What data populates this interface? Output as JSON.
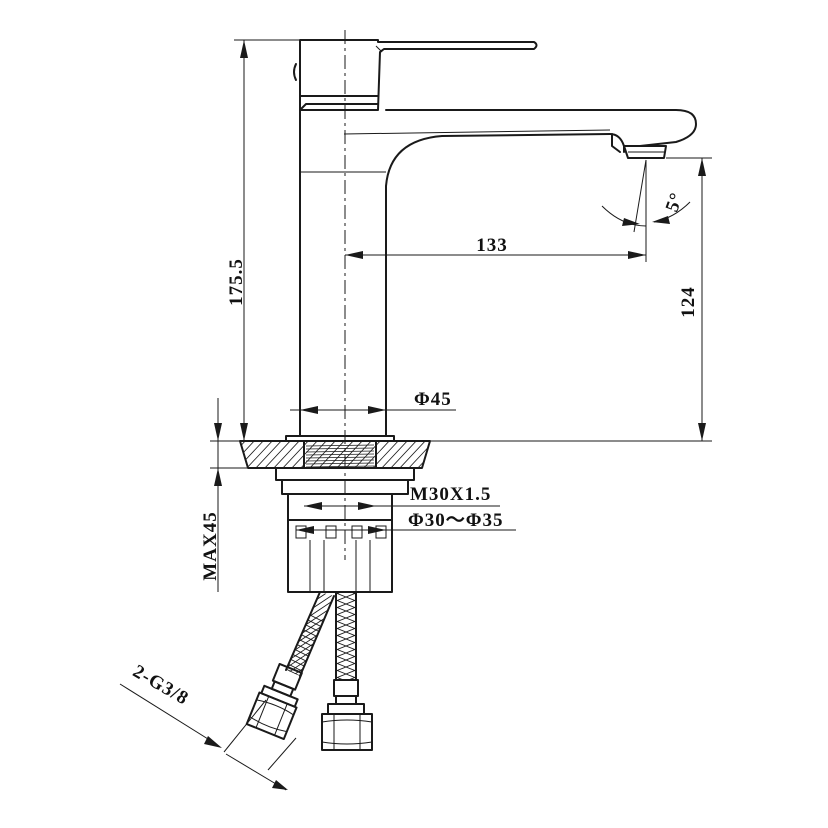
{
  "dimensions": {
    "height_total": "175.5",
    "spout_reach": "133",
    "spout_height": "124",
    "spout_angle": "5°",
    "base_diameter": "Φ45",
    "thread": "M30X1.5",
    "hole_range": "Φ30～Φ35",
    "max_thickness": "MAX45",
    "hose_connection": "2-G3/8"
  },
  "colors": {
    "line": "#1a1a1a",
    "background": "#ffffff"
  }
}
